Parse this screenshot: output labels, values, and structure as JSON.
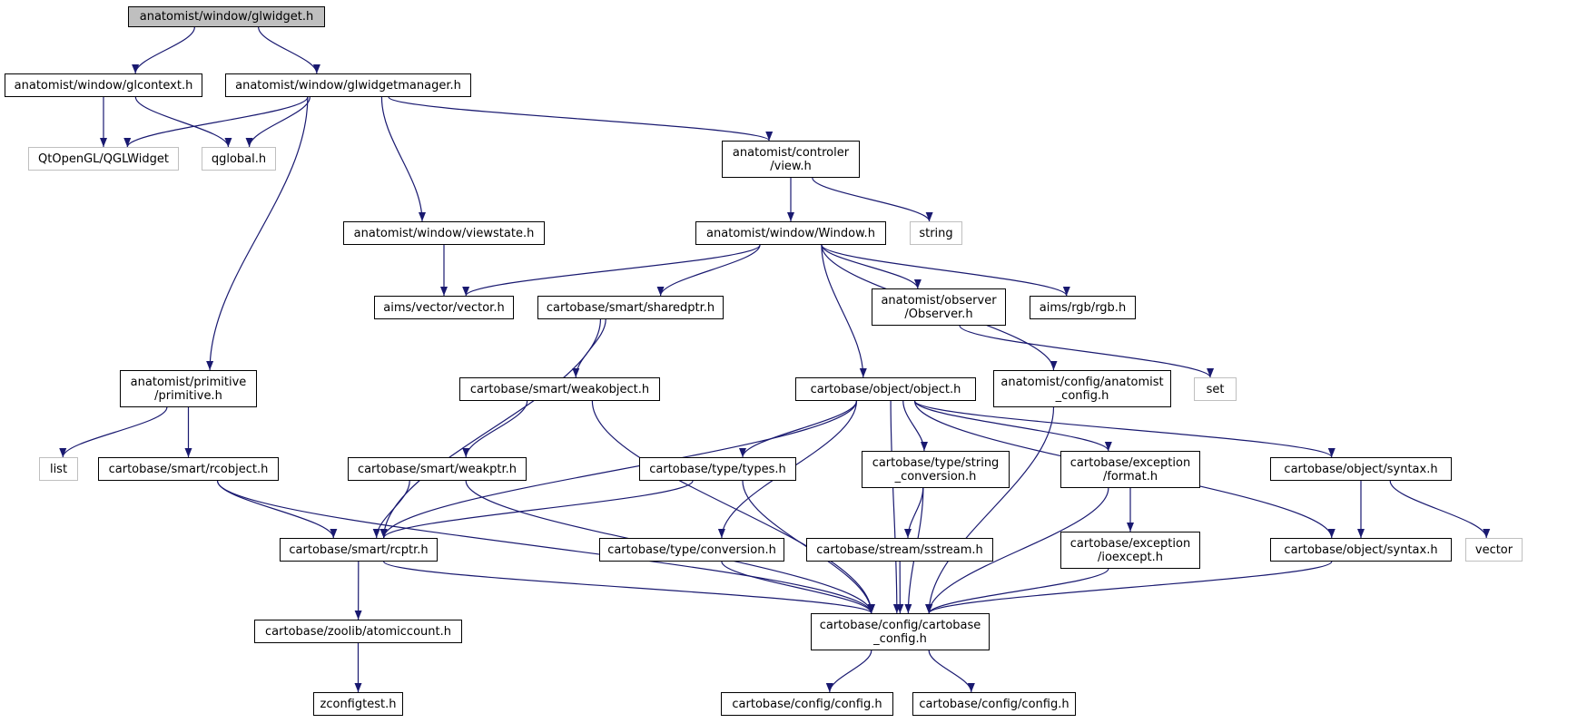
{
  "colors": {
    "edge": "#191970",
    "node_border": "#000000",
    "external_border": "#bfbfbf",
    "root_fill": "#bfbfbf"
  },
  "nodes": {
    "glwidget": {
      "lines": [
        "anatomist/window/glwidget.h"
      ]
    },
    "glcontext": {
      "lines": [
        "anatomist/window/glcontext.h"
      ]
    },
    "glwidgetmanager": {
      "lines": [
        "anatomist/window/glwidgetmanager.h"
      ]
    },
    "qtopengl": {
      "lines": [
        "QtOpenGL/QGLWidget"
      ]
    },
    "qglobal": {
      "lines": [
        "qglobal.h"
      ]
    },
    "controler_view": {
      "lines": [
        "anatomist/controler",
        "/view.h"
      ]
    },
    "viewstate": {
      "lines": [
        "anatomist/window/viewstate.h"
      ]
    },
    "window": {
      "lines": [
        "anatomist/window/Window.h"
      ]
    },
    "string": {
      "lines": [
        "string"
      ]
    },
    "aims_vector": {
      "lines": [
        "aims/vector/vector.h"
      ]
    },
    "sharedptr": {
      "lines": [
        "cartobase/smart/sharedptr.h"
      ]
    },
    "observer": {
      "lines": [
        "anatomist/observer",
        "/Observer.h"
      ]
    },
    "rgb": {
      "lines": [
        "aims/rgb/rgb.h"
      ]
    },
    "primitive": {
      "lines": [
        "anatomist/primitive",
        "/primitive.h"
      ]
    },
    "weakobject": {
      "lines": [
        "cartobase/smart/weakobject.h"
      ]
    },
    "object": {
      "lines": [
        "cartobase/object/object.h"
      ]
    },
    "anat_config": {
      "lines": [
        "anatomist/config/anatomist",
        "_config.h"
      ]
    },
    "set": {
      "lines": [
        "set"
      ]
    },
    "list": {
      "lines": [
        "list"
      ]
    },
    "rcobject": {
      "lines": [
        "cartobase/smart/rcobject.h"
      ]
    },
    "weakptr": {
      "lines": [
        "cartobase/smart/weakptr.h"
      ]
    },
    "types": {
      "lines": [
        "cartobase/type/types.h"
      ]
    },
    "string_conv": {
      "lines": [
        "cartobase/type/string",
        "_conversion.h"
      ]
    },
    "exc_format": {
      "lines": [
        "cartobase/exception",
        "/format.h"
      ]
    },
    "syntax_upper": {
      "lines": [
        "cartobase/object/syntax.h"
      ]
    },
    "rcptr": {
      "lines": [
        "cartobase/smart/rcptr.h"
      ]
    },
    "conversion": {
      "lines": [
        "cartobase/type/conversion.h"
      ]
    },
    "sstream": {
      "lines": [
        "cartobase/stream/sstream.h"
      ]
    },
    "ioexcept": {
      "lines": [
        "cartobase/exception",
        "/ioexcept.h"
      ]
    },
    "syntax_lower": {
      "lines": [
        "cartobase/object/syntax.h"
      ]
    },
    "vector": {
      "lines": [
        "vector"
      ]
    },
    "atomiccount": {
      "lines": [
        "cartobase/zoolib/atomiccount.h"
      ]
    },
    "cb_config": {
      "lines": [
        "cartobase/config/cartobase",
        "_config.h"
      ]
    },
    "zconfigtest": {
      "lines": [
        "zconfigtest.h"
      ]
    },
    "config_a": {
      "lines": [
        "cartobase/config/config.h"
      ]
    },
    "config_b": {
      "lines": [
        "cartobase/config/config.h"
      ]
    }
  },
  "edges": [
    [
      "glwidget",
      "glcontext"
    ],
    [
      "glwidget",
      "glwidgetmanager"
    ],
    [
      "glcontext",
      "qtopengl"
    ],
    [
      "glcontext",
      "qglobal"
    ],
    [
      "glwidgetmanager",
      "qtopengl"
    ],
    [
      "glwidgetmanager",
      "qglobal"
    ],
    [
      "glwidgetmanager",
      "controler_view"
    ],
    [
      "glwidgetmanager",
      "viewstate"
    ],
    [
      "glwidgetmanager",
      "primitive"
    ],
    [
      "controler_view",
      "window"
    ],
    [
      "controler_view",
      "string"
    ],
    [
      "viewstate",
      "aims_vector"
    ],
    [
      "window",
      "aims_vector"
    ],
    [
      "window",
      "sharedptr"
    ],
    [
      "window",
      "observer"
    ],
    [
      "window",
      "rgb"
    ],
    [
      "window",
      "object"
    ],
    [
      "window",
      "anat_config"
    ],
    [
      "observer",
      "set"
    ],
    [
      "sharedptr",
      "weakobject"
    ],
    [
      "sharedptr",
      "rcptr"
    ],
    [
      "primitive",
      "list"
    ],
    [
      "primitive",
      "rcobject"
    ],
    [
      "weakobject",
      "weakptr"
    ],
    [
      "weakobject",
      "cb_config"
    ],
    [
      "anat_config",
      "cb_config"
    ],
    [
      "object",
      "rcptr"
    ],
    [
      "object",
      "types"
    ],
    [
      "object",
      "conversion"
    ],
    [
      "object",
      "string_conv"
    ],
    [
      "object",
      "exc_format"
    ],
    [
      "object",
      "syntax_upper"
    ],
    [
      "object",
      "syntax_lower"
    ],
    [
      "object",
      "cb_config"
    ],
    [
      "rcobject",
      "rcptr"
    ],
    [
      "rcobject",
      "cb_config"
    ],
    [
      "weakptr",
      "rcptr"
    ],
    [
      "weakptr",
      "cb_config"
    ],
    [
      "types",
      "rcptr"
    ],
    [
      "types",
      "cb_config"
    ],
    [
      "string_conv",
      "sstream"
    ],
    [
      "string_conv",
      "cb_config"
    ],
    [
      "exc_format",
      "ioexcept"
    ],
    [
      "exc_format",
      "cb_config"
    ],
    [
      "syntax_upper",
      "syntax_lower"
    ],
    [
      "syntax_upper",
      "vector"
    ],
    [
      "rcptr",
      "atomiccount"
    ],
    [
      "rcptr",
      "cb_config"
    ],
    [
      "conversion",
      "cb_config"
    ],
    [
      "sstream",
      "cb_config"
    ],
    [
      "ioexcept",
      "cb_config"
    ],
    [
      "syntax_lower",
      "cb_config"
    ],
    [
      "atomiccount",
      "zconfigtest"
    ],
    [
      "cb_config",
      "config_a"
    ],
    [
      "cb_config",
      "config_b"
    ]
  ]
}
